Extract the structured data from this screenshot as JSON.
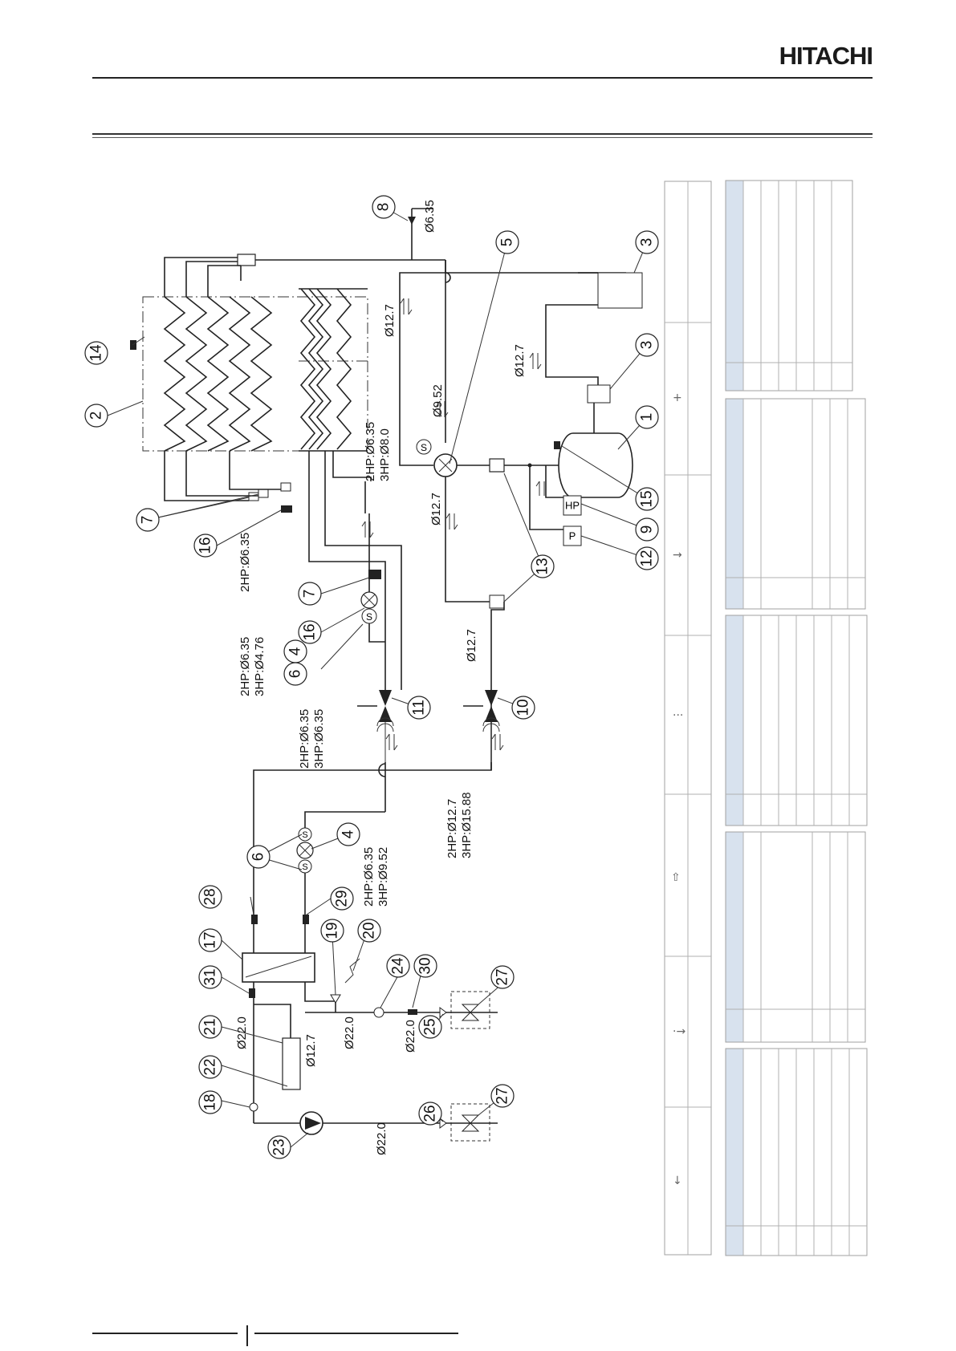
{
  "header": {
    "brand": "HITACHI"
  },
  "dimensions": {
    "d_top": "Ø6.35",
    "d_gas_left": "Ø12.7",
    "d_gas_mid": "Ø9.52",
    "d_acc_pipe": "Ø12.7",
    "d_gas_bottom": "Ø12.7",
    "d_gas_bottom2": "Ø12.7",
    "d_hx_2hp": "2HP:Ø6.35",
    "d_hx_3hp": "3HP:Ø8.0",
    "d_cap_2hp": "2HP:Ø6.35",
    "d_liq_2hp": "2HP:Ø6.35",
    "d_liq_3hp": "3HP:Ø4.76",
    "d_liq2_2hp": "2HP:Ø6.35",
    "d_liq2_3hp": "3HP:Ø6.35",
    "d_main_2hp": "2HP:Ø12.7",
    "d_main_3hp": "3HP:Ø15.88",
    "d_ev_2hp": "2HP:Ø6.35",
    "d_ev_3hp": "3HP:Ø9.52",
    "d_water_1": "Ø22.0",
    "d_water_2": "Ø22.0",
    "d_water_3": "Ø22.0",
    "d_water_4": "Ø22.0",
    "d_tank": "Ø12.7"
  },
  "components": {
    "n1": "1",
    "n2": "2",
    "n3a": "3",
    "n3b": "3",
    "n4a": "4",
    "n4b": "4",
    "n5": "5",
    "n6a": "6",
    "n6b": "6",
    "n7a": "7",
    "n7b": "7",
    "n8": "8",
    "n9": "9",
    "n10": "10",
    "n11": "11",
    "n12": "12",
    "n13": "13",
    "n14": "14",
    "n15": "15",
    "n16a": "16",
    "n16b": "16",
    "n17": "17",
    "n18": "18",
    "n19": "19",
    "n20": "20",
    "n21": "21",
    "n22": "22",
    "n23": "23",
    "n24": "24",
    "n25": "25",
    "n26": "26",
    "n27a": "27",
    "n27b": "27",
    "n28": "28",
    "n29": "29",
    "n30": "30",
    "n31": "31"
  },
  "symbols": {
    "s_reversing": "S",
    "s_ev1": "S",
    "s_ev2a": "S",
    "s_ev2b": "S",
    "hp": "HP",
    "p": "P"
  },
  "colors": {
    "table_header": "#d8e2ee",
    "line": "#222222"
  }
}
